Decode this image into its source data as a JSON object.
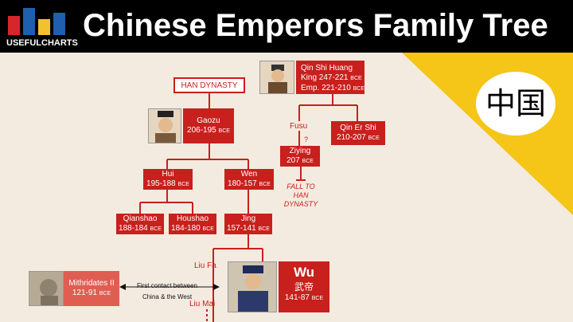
{
  "brand": {
    "logo_text": "USEFULCHARTS",
    "bar_colors": [
      "#d7262b",
      "#1f5fae",
      "#f2c12e",
      "#1f5fae"
    ]
  },
  "title": "Chinese Emperors Family Tree",
  "colors": {
    "accent": "#c8201d",
    "corner": "#f5c518",
    "background": "#f3ebe0"
  },
  "china_char": "中国",
  "han_dynasty_label": "HAN DYNASTY",
  "emperors": {
    "qin_shi_huang": {
      "name": "Qin Shi Huang",
      "line1_prefix": "King",
      "line1_years": "247-221",
      "line2_prefix": "Emp.",
      "line2_years": "221-210",
      "era": "BCE"
    },
    "gaozu": {
      "name": "Gaozu",
      "years": "206-195",
      "era": "BCE"
    },
    "qin_er_shi": {
      "name": "Qin Er Shi",
      "years": "210-207",
      "era": "BCE"
    },
    "ziying": {
      "name": "Ziying",
      "years": "207",
      "era": "BCE"
    },
    "hui": {
      "name": "Hui",
      "years": "195-188",
      "era": "BCE"
    },
    "wen": {
      "name": "Wen",
      "years": "180-157",
      "era": "BCE"
    },
    "qianshao": {
      "name": "Qianshao",
      "years": "188-184",
      "era": "BCE"
    },
    "houshao": {
      "name": "Houshao",
      "years": "184-180",
      "era": "BCE"
    },
    "jing": {
      "name": "Jing",
      "years": "157-141",
      "era": "BCE"
    },
    "wu": {
      "name": "Wu",
      "chinese": "武帝",
      "years": "141-87",
      "era": "BCE"
    },
    "mithridates": {
      "name": "Mithridates II",
      "years": "121-91",
      "era": "BCE"
    }
  },
  "labels": {
    "fusu": "Fusu",
    "question": "?",
    "fall_line1": "FALL TO",
    "fall_line2": "HAN",
    "fall_line3": "DYNASTY",
    "liu_fa": "Liu Fa",
    "liu_mai": "Liu Mai",
    "contact_line1": "First contact between",
    "contact_line2": "China & the West"
  }
}
